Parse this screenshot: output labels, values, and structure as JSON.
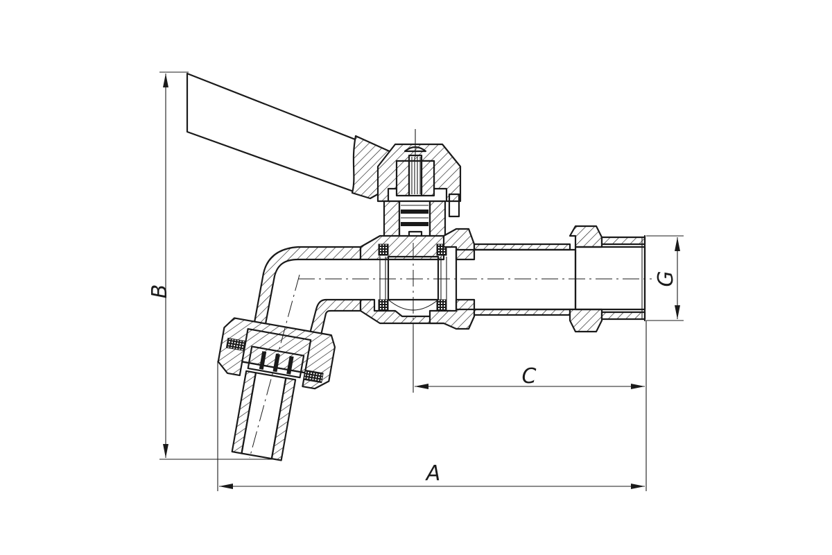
{
  "diagram": {
    "dimension_labels": {
      "A": "A",
      "B": "B",
      "C": "C",
      "G": "G"
    }
  }
}
